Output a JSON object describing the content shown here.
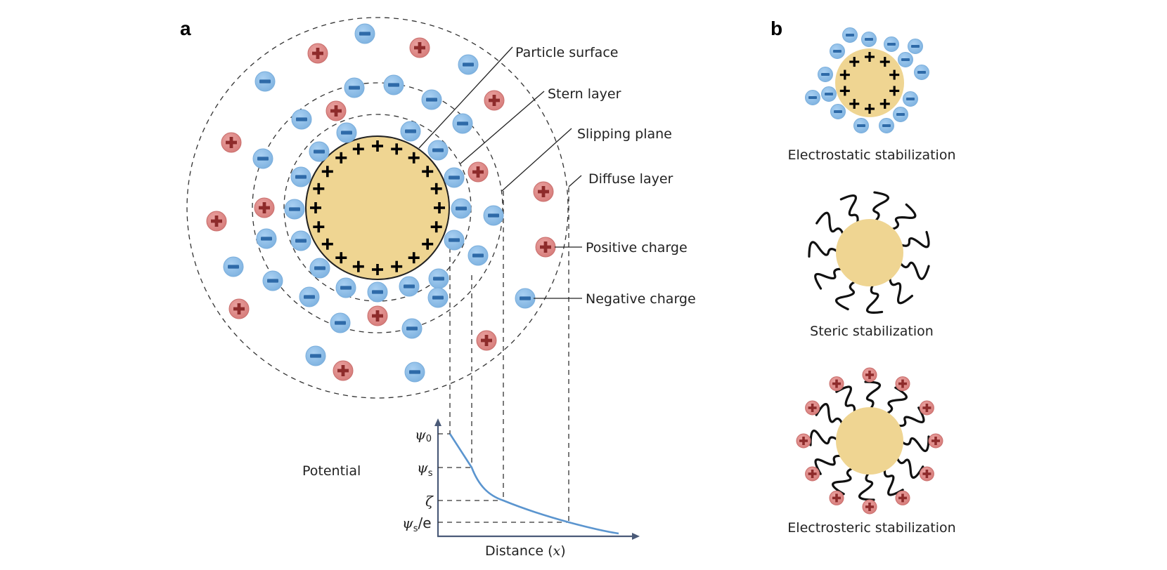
{
  "colors": {
    "particle": "#efd592",
    "anion_fill": "#8fbfe8",
    "anion_mark": "#2e6aa8",
    "cation_fill": "#df8a88",
    "cation_mark": "#8e2b2b",
    "curve": "#5b95cf",
    "axis": "#4a5a78"
  },
  "panel_a": {
    "label": "a",
    "layer_labels": {
      "particle_surface": "Particle surface",
      "stern_layer": "Stern layer",
      "slipping_plane": "Slipping plane",
      "diffuse_layer": "Diffuse layer"
    },
    "legend": {
      "positive": "Positive charge",
      "negative": "Negative charge"
    },
    "surface_charge_symbol": "+",
    "surface_charge_count": 20,
    "ion_symbols": {
      "anion": "negative-ion-icon",
      "cation": "positive-ion-icon"
    },
    "potential_plot": {
      "ylabel": "Potential",
      "xlabel_text": "Distance (",
      "xlabel_var": "x",
      "xlabel_close": ")",
      "levels": [
        {
          "symbol": "ψ",
          "sub": "0",
          "suffix": "",
          "name": "surface-potential"
        },
        {
          "symbol": "ψ",
          "sub": "s",
          "suffix": "",
          "name": "stern-potential"
        },
        {
          "symbol": "ζ",
          "sub": "",
          "suffix": "",
          "name": "zeta-potential"
        },
        {
          "symbol": "ψ",
          "sub": "s",
          "suffix": "/e",
          "name": "decay-potential"
        }
      ]
    }
  },
  "panel_b": {
    "label": "b",
    "items": [
      {
        "caption": "Electrostatic stabilization",
        "type": "electrostatic"
      },
      {
        "caption": "Steric stabilization",
        "type": "steric"
      },
      {
        "caption": "Electrosteric stabilization",
        "type": "electrosteric"
      }
    ]
  }
}
